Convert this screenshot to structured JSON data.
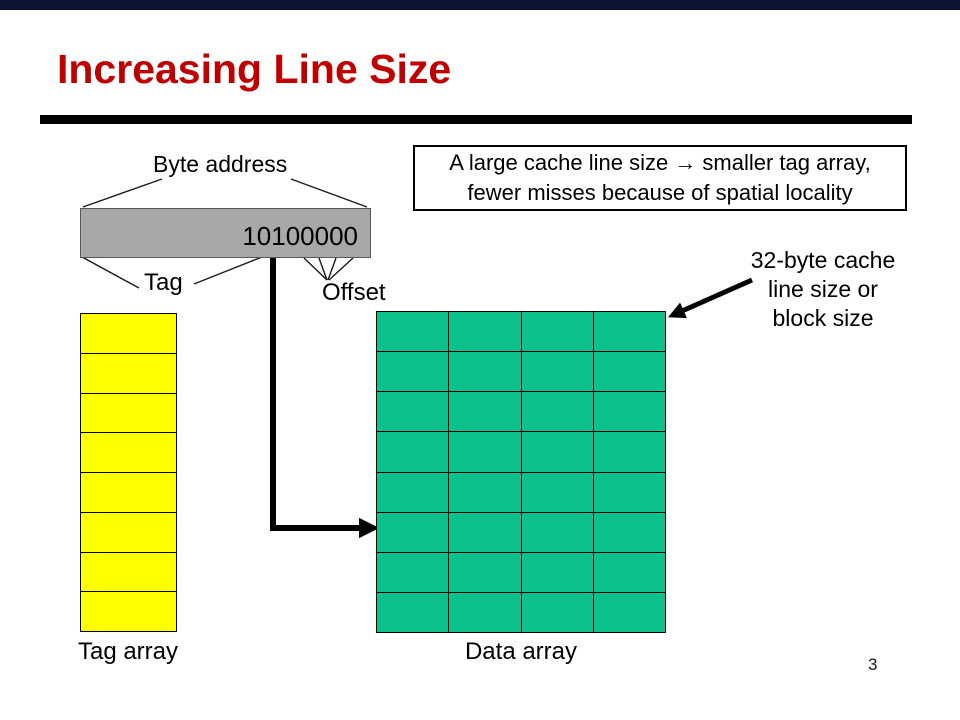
{
  "slide": {
    "title": "Increasing Line Size",
    "page_number": "3"
  },
  "labels": {
    "byte_address": "Byte address",
    "address_value": "10100000",
    "tag": "Tag",
    "offset": "Offset",
    "tag_array": "Tag array",
    "data_array": "Data array"
  },
  "info_box": {
    "line1": "A large cache line size → smaller tag array,",
    "line2": "fewer misses because of spatial locality"
  },
  "annotation": {
    "line1": "32-byte cache",
    "line2": "line size or",
    "line3": "block size"
  },
  "arrays": {
    "tag_rows": 8,
    "tag_cols": 1,
    "data_rows": 8,
    "data_cols": 4
  },
  "colors": {
    "top_bar": "#0e1233",
    "title": "#c00000",
    "address_box_fill": "#a8a8a8",
    "tag_array_fill": "#ffff00",
    "data_array_fill": "#0cc18c"
  }
}
